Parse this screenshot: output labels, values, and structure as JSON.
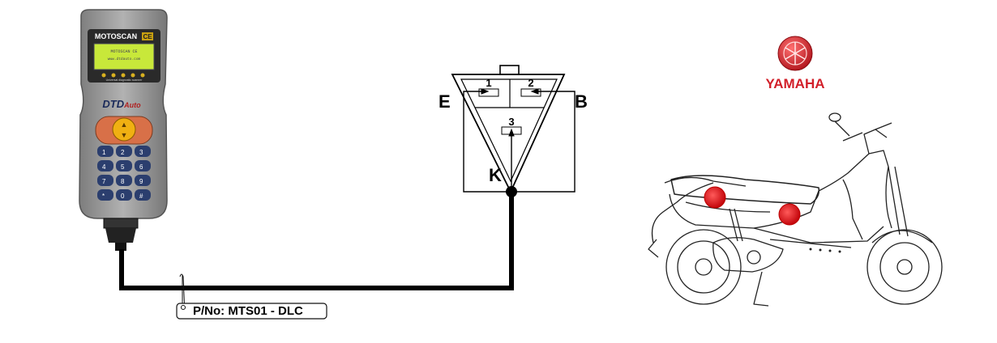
{
  "scanner": {
    "brand_label": "MOTOSCAN",
    "brand_badge": "CE",
    "screen_line1": "MOTOSCAN CE",
    "screen_line2": "www.dtdauto.com",
    "subtitle": "Universal diagnostic scanner",
    "maker_logo_1": "DTD",
    "maker_logo_2": "Auto",
    "keys": [
      "1",
      "2",
      "3",
      "4",
      "5",
      "6",
      "7",
      "8",
      "9",
      "*",
      "0",
      "#"
    ],
    "nav_arrows": [
      "▲",
      "▼"
    ]
  },
  "cable": {
    "part_number": "P/No: MTS01 - DLC"
  },
  "connector": {
    "pins": [
      {
        "number": "1",
        "label": "E"
      },
      {
        "number": "2",
        "label": "B"
      },
      {
        "number": "3",
        "label": "K"
      }
    ]
  },
  "brand": {
    "name": "YAMAHA"
  },
  "colors": {
    "cable": "#000000",
    "scanner_body": "#9a9a9a",
    "screen": "#c8e83a",
    "yamaha_red": "#d2202a",
    "highlight": "#e8161c"
  }
}
